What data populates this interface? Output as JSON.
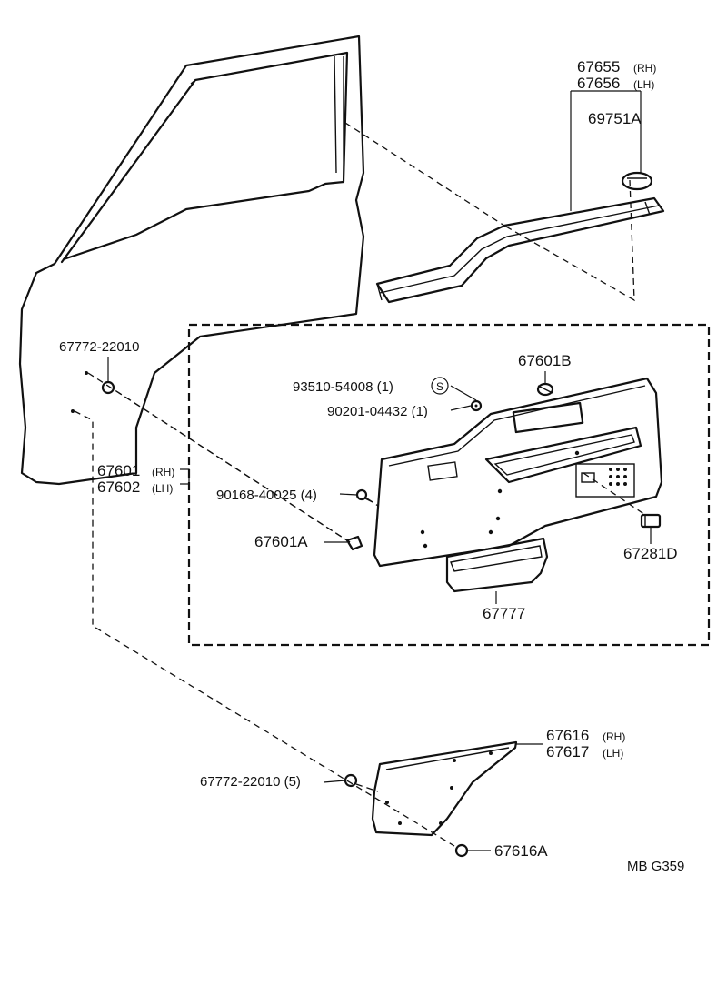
{
  "labels": {
    "p67655": "67655",
    "p67655_side": "(RH)",
    "p67656": "67656",
    "p67656_side": "(LH)",
    "p69751A": "69751A",
    "p67772_top": "67772-22010",
    "p67601B": "67601B",
    "p93510": "93510-54008 (1)",
    "p93510_sym": "S",
    "p90201": "90201-04432 (1)",
    "p67601": "67601",
    "p67601_side": "(RH)",
    "p67602": "67602",
    "p67602_side": "(LH)",
    "p90168": "90168-40025 (4)",
    "p67601A": "67601A",
    "p67281D": "67281D",
    "p67777": "67777",
    "p67616": "67616",
    "p67616_side": "(RH)",
    "p67617": "67617",
    "p67617_side": "(LH)",
    "p67772_bottom": "67772-22010 (5)",
    "p67616A": "67616A",
    "figure_code": "MB  G359"
  }
}
